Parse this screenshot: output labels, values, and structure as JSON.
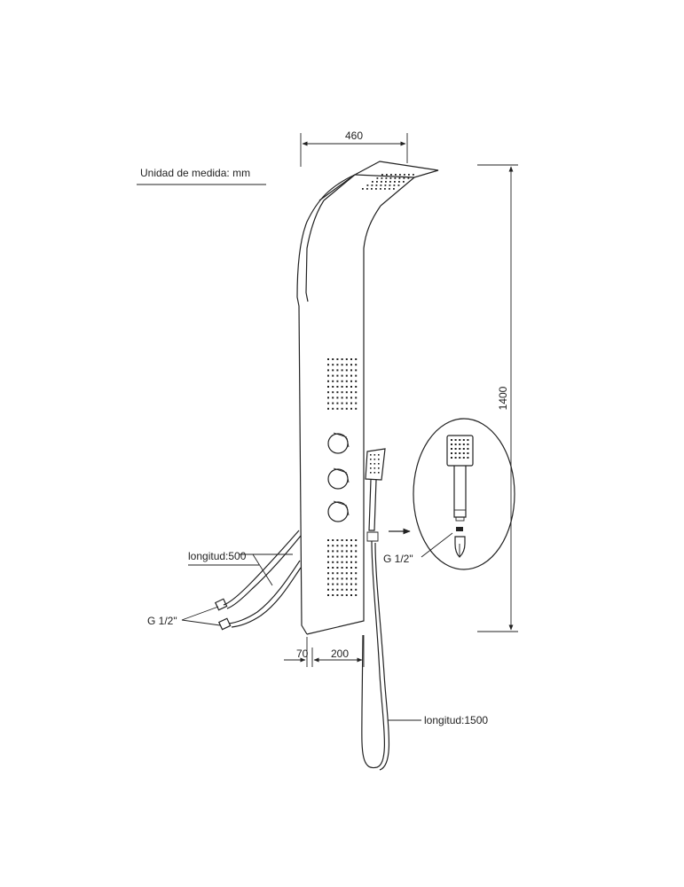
{
  "unit_note": "Unidad de medida: mm",
  "dimensions": {
    "width": "460",
    "height": "1400",
    "depth": "70",
    "spacing": "200"
  },
  "callouts": {
    "hose_length": "longitud:500",
    "hose_thread": "G 1/2\"",
    "shower_hose_length": "longitud:1500",
    "handset_thread": "G 1/2\""
  },
  "colors": {
    "line": "#222222",
    "background": "#ffffff"
  }
}
